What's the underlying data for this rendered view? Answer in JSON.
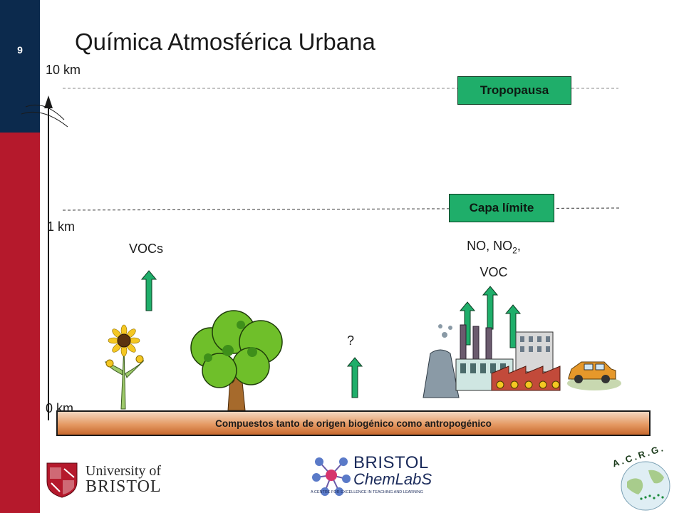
{
  "slide_number": "9",
  "title": "Química Atmosférica Urbana",
  "altitudes": {
    "top": "10 km",
    "middle": "1 km",
    "bottom": "0 km"
  },
  "layers": {
    "tropopause": "Tropopausa",
    "boundary_layer": "Capa límite"
  },
  "emissions": {
    "biogenic": "VOCs",
    "unknown": "?",
    "anthropogenic_line1_base": "NO, NO",
    "anthropogenic_line1_sub": "2",
    "anthropogenic_line1_tail": ",",
    "anthropogenic_line2": "VOC"
  },
  "ground_label": "Compuestos tanto de origen biogénico como antropogénico",
  "logos": {
    "university_line1": "University of",
    "university_line2": "BRISTOL",
    "chemlabs_line1": "BRISTOL",
    "chemlabs_line2": "ChemLabS",
    "chemlabs_tagline": "A CENTRE FOR EXCELLENCE IN TEACHING AND LEARNING",
    "acrg": "A.C.R.G."
  },
  "colors": {
    "navy": "#0c2a4d",
    "crimson": "#b5192c",
    "green_box": "#1fae6a",
    "arrow_green": "#1fae6a"
  }
}
